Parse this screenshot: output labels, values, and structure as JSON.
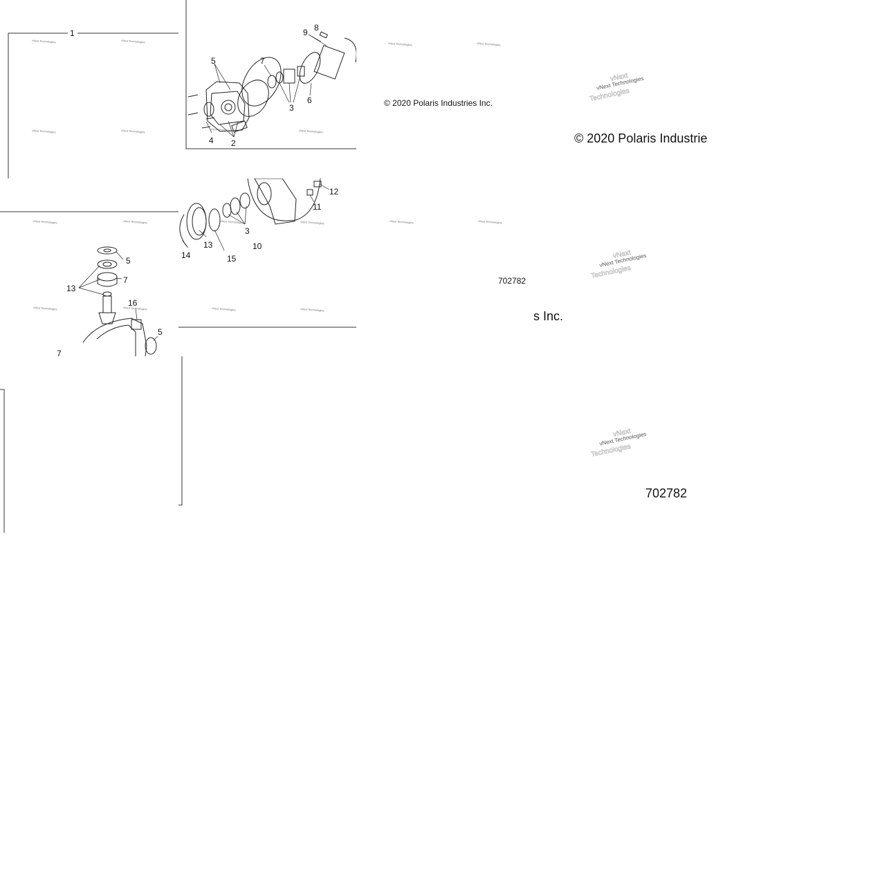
{
  "callouts": {
    "tile_a": {
      "c1": "1"
    },
    "tile_b": {
      "c5": "5",
      "c7": "7",
      "c8": "8",
      "c9": "9",
      "c3": "3",
      "c6": "6",
      "c4": "4",
      "c2": "2"
    },
    "tile_c": {
      "c14": "14",
      "c13": "13",
      "c15": "15",
      "c3": "3",
      "c10": "10",
      "c11": "11",
      "c12": "12"
    },
    "tile_d": {
      "c5a": "5",
      "c7a": "7",
      "c13": "13",
      "c16": "16",
      "c5b": "5",
      "c7b": "7"
    }
  },
  "watermark": {
    "small": "vNext Technologies",
    "line1": "vNext",
    "line2": "Technologies"
  },
  "copyright": {
    "small": "© 2020 Polaris Industries Inc.",
    "large_part1": "© 2020 Polaris Industrie",
    "large_part2": "s Inc."
  },
  "drawing_number": {
    "small": "702782",
    "large": "702782"
  }
}
